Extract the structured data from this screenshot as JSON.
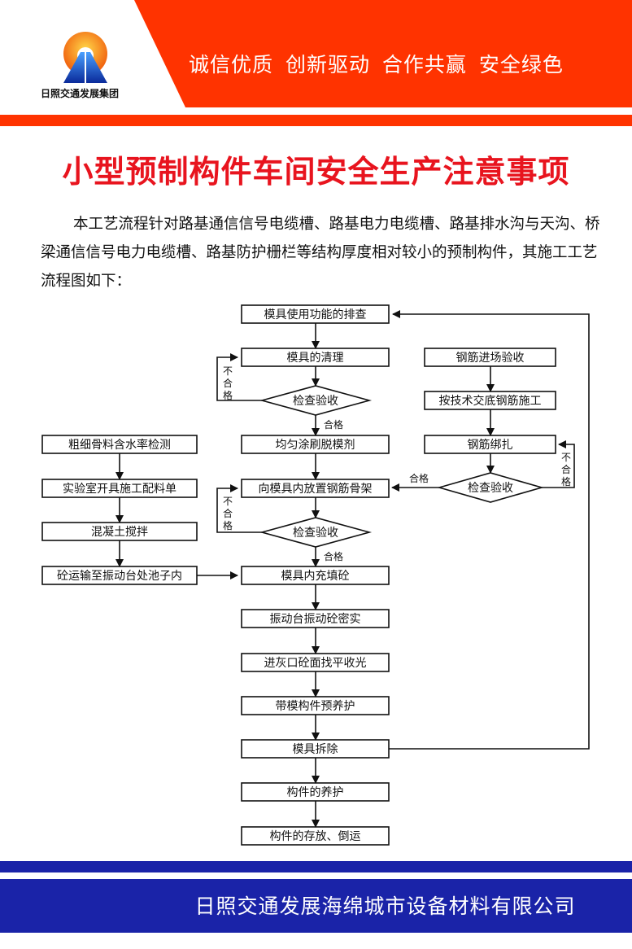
{
  "header": {
    "logo_text": "日照交通发展集团",
    "slogan": "诚信优质 创新驱动 合作共赢 安全绿色",
    "colors": {
      "red": "#ff3300",
      "blue": "#1a23a8"
    }
  },
  "title": "小型预制构件车间安全生产注意事项",
  "intro": "本工艺流程针对路基通信信号电缆槽、路基电力电缆槽、路基排水沟与天沟、桥梁通信信号电力电缆槽、路基防护栅栏等结构厚度相对较小的预制构件，其施工工艺流程图如下：",
  "flow": {
    "main": [
      "模具使用功能的排查",
      "模具的清理",
      "均匀涂刷脱模剂",
      "向模具内放置钢筋骨架",
      "模具内充填砼",
      "振动台振动砼密实",
      "进灰口砼面找平收光",
      "带模构件预养护",
      "模具拆除",
      "构件的养护",
      "构件的存放、倒运"
    ],
    "check": "检查验收",
    "pass": "合格",
    "fail": [
      "不",
      "合",
      "格"
    ],
    "right": [
      "钢筋进场验收",
      "按技术交底钢筋施工",
      "钢筋绑扎"
    ],
    "left": [
      "粗细骨料含水率检测",
      "实验室开具施工配料单",
      "混凝土搅拌",
      "砼运输至振动台处池子内"
    ]
  },
  "footer": "日照交通发展海绵城市设备材料有限公司"
}
